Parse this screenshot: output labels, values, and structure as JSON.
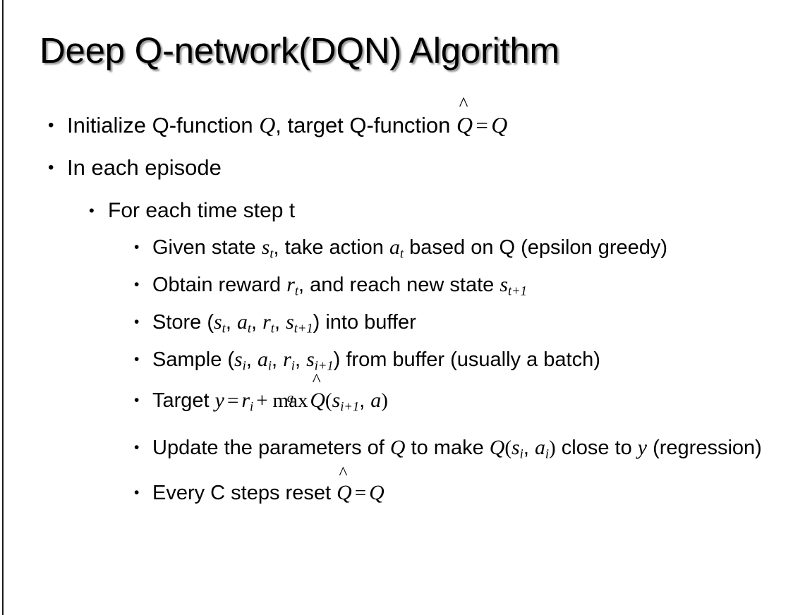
{
  "slide": {
    "title": "Deep Q-network(DQN) Algorithm",
    "background_color": "#ffffff",
    "text_color": "#000000",
    "left_rule_color": "#1a1a1a",
    "bullet_glyph": "•"
  },
  "bullets": {
    "initialize": {
      "pre": "Initialize Q-function ",
      "q1": "Q",
      "mid": ", target Q-function ",
      "qhat": "Q",
      "hat": "̂",
      "eq": "=",
      "q2": "Q"
    },
    "in_each_episode": "In each episode",
    "for_each_time_step": "For each time step t",
    "given_state": {
      "pre": "Given state ",
      "s": "s",
      "s_sub": "t",
      "mid": ", take action ",
      "a": "a",
      "a_sub": "t",
      "post": " based on Q (epsilon greedy)"
    },
    "obtain_reward": {
      "pre": "Obtain reward ",
      "r": "r",
      "r_sub": "t",
      "mid": ", and reach new state ",
      "s": "s",
      "s_sub": "t+1"
    },
    "store": {
      "pre": "Store (",
      "s1": "s",
      "s1_sub": "t",
      "c1": ", ",
      "a1": "a",
      "a1_sub": "t",
      "c2": ", ",
      "r1": "r",
      "r1_sub": "t",
      "c3": ", ",
      "s2": "s",
      "s2_sub": "t+1",
      "post": ") into buffer"
    },
    "sample": {
      "pre": "Sample (",
      "s1": "s",
      "s1_sub": "i",
      "c1": ", ",
      "a1": "a",
      "a1_sub": "i",
      "c2": ", ",
      "r1": "r",
      "r1_sub": "i",
      "c3": ", ",
      "s2": "s",
      "s2_sub": "i+1",
      "post": ") from buffer (usually a batch)"
    },
    "target": {
      "pre": "Target ",
      "y": "y",
      "eq": "=",
      "r": "r",
      "r_sub": "i",
      "plus": "+",
      "max": "max",
      "max_limit": "a",
      "qhat": "Q",
      "hat": "̂",
      "open": "(",
      "s": "s",
      "s_sub": "i+1",
      "comma": ", ",
      "a": "a",
      "close": ")"
    },
    "update": {
      "pre": "Update the parameters of ",
      "q1": "Q",
      "mid": " to make ",
      "q2": "Q",
      "open": "(",
      "s": "s",
      "s_sub": "i",
      "comma": ", ",
      "a": "a",
      "a_sub": "i",
      "close": ")",
      "post": " close to ",
      "y": "y",
      "tail": " (regression)"
    },
    "reset": {
      "pre": "Every C steps reset ",
      "qhat": "Q",
      "hat": "̂",
      "eq": "=",
      "q": "Q"
    }
  }
}
